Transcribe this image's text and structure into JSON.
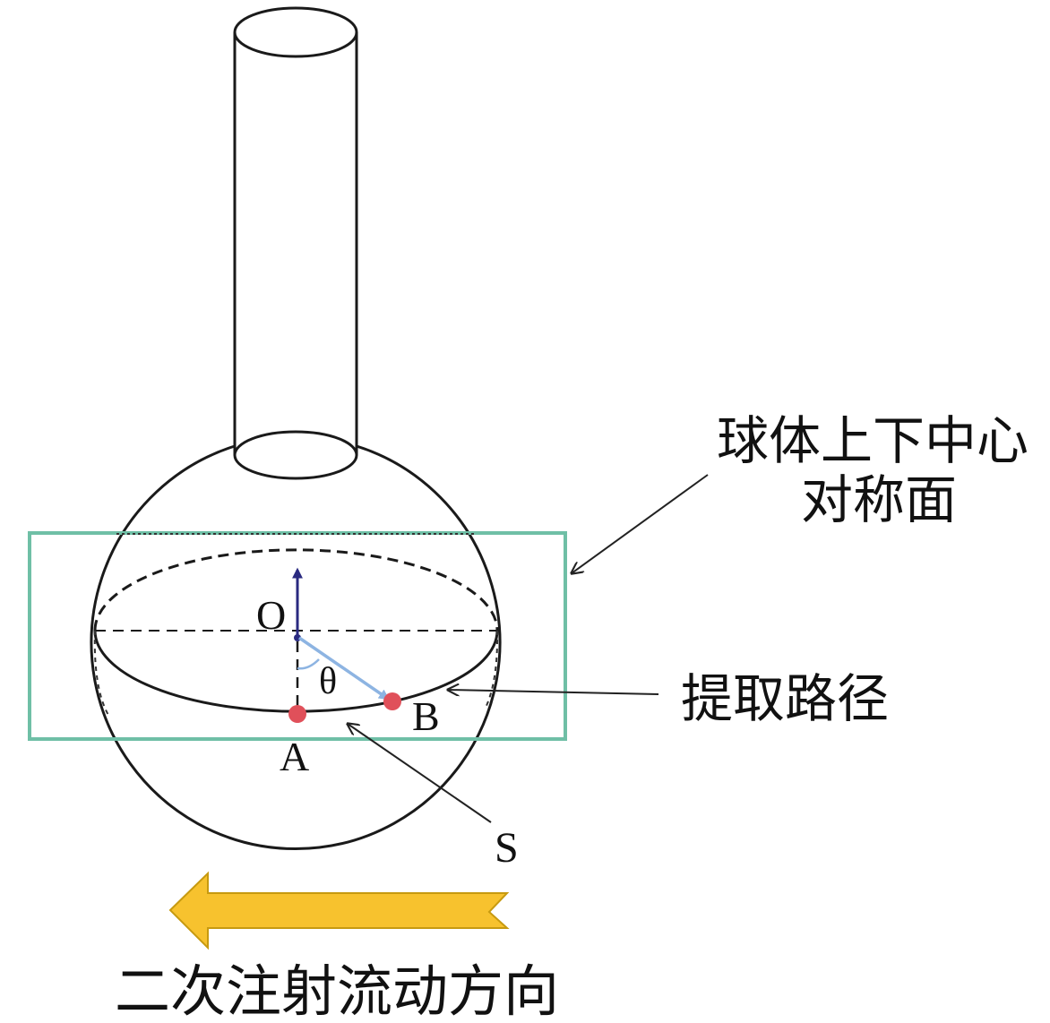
{
  "labels": {
    "point_o": "O",
    "point_a": "A",
    "point_b": "B",
    "angle": "θ",
    "surface_s": "S",
    "plane_line1": "球体上下中心",
    "plane_line2": "对称面",
    "path": "提取路径",
    "flow": "二次注射流动方向"
  },
  "colors": {
    "plane": "#6fbfa6",
    "marker": "#e0505a",
    "arrow_fill": "#f7c22e",
    "arrow_stroke": "#c79a10",
    "vector": "#8db4e2",
    "axis": "#2a2a80"
  },
  "icons": {
    "flow": "left-arrow-icon",
    "marker": "point-marker"
  }
}
